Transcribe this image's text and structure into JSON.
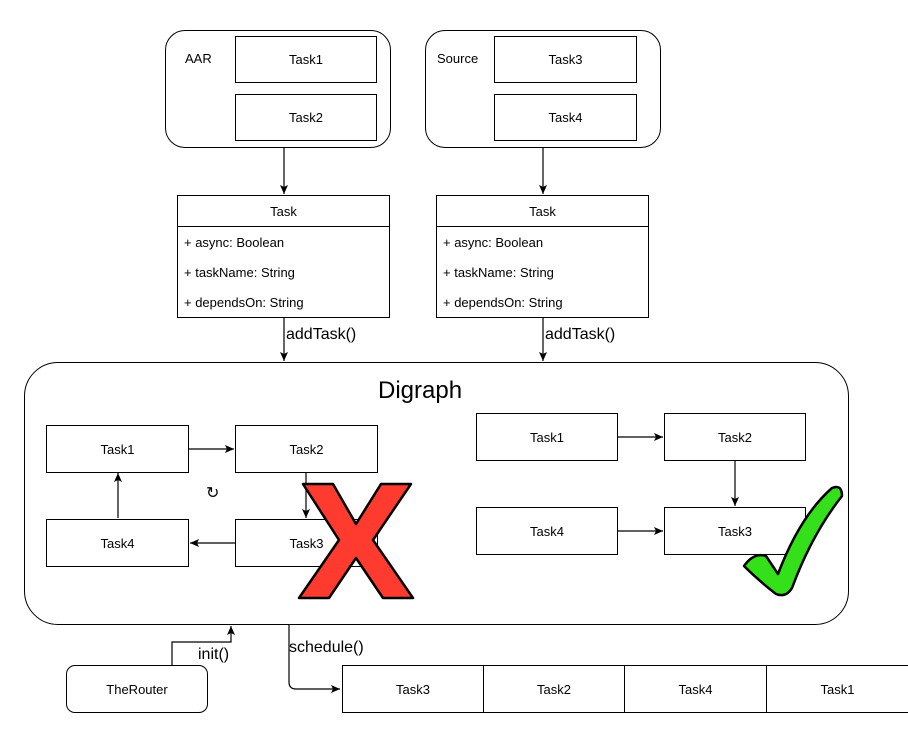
{
  "groups": {
    "aar": {
      "label": "AAR",
      "task_a": "Task1",
      "task_b": "Task2"
    },
    "source": {
      "label": "Source",
      "task_a": "Task3",
      "task_b": "Task4"
    }
  },
  "classes": {
    "left": {
      "name": "Task",
      "attrs": [
        "+ async: Boolean",
        "+ taskName: String",
        "+ dependsOn: String"
      ]
    },
    "right": {
      "name": "Task",
      "attrs": [
        "+ async: Boolean",
        "+ taskName: String",
        "+ dependsOn: String"
      ]
    }
  },
  "edges": {
    "add_left": "addTask()",
    "add_right": "addTask()",
    "init": "init()",
    "schedule": "schedule()"
  },
  "digraph": {
    "title": "Digraph",
    "cyclic": {
      "n1": "Task1",
      "n2": "Task2",
      "n3": "Task3",
      "n4": "Task4",
      "cycle_symbol": "↻"
    },
    "acyclic": {
      "n1": "Task1",
      "n2": "Task2",
      "n3": "Task3",
      "n4": "Task4"
    }
  },
  "router": "TheRouter",
  "schedule_order": [
    "Task3",
    "Task2",
    "Task4",
    "Task1"
  ],
  "colors": {
    "cross": "#ff3b30",
    "check": "#33e01a",
    "stroke": "#000000"
  }
}
